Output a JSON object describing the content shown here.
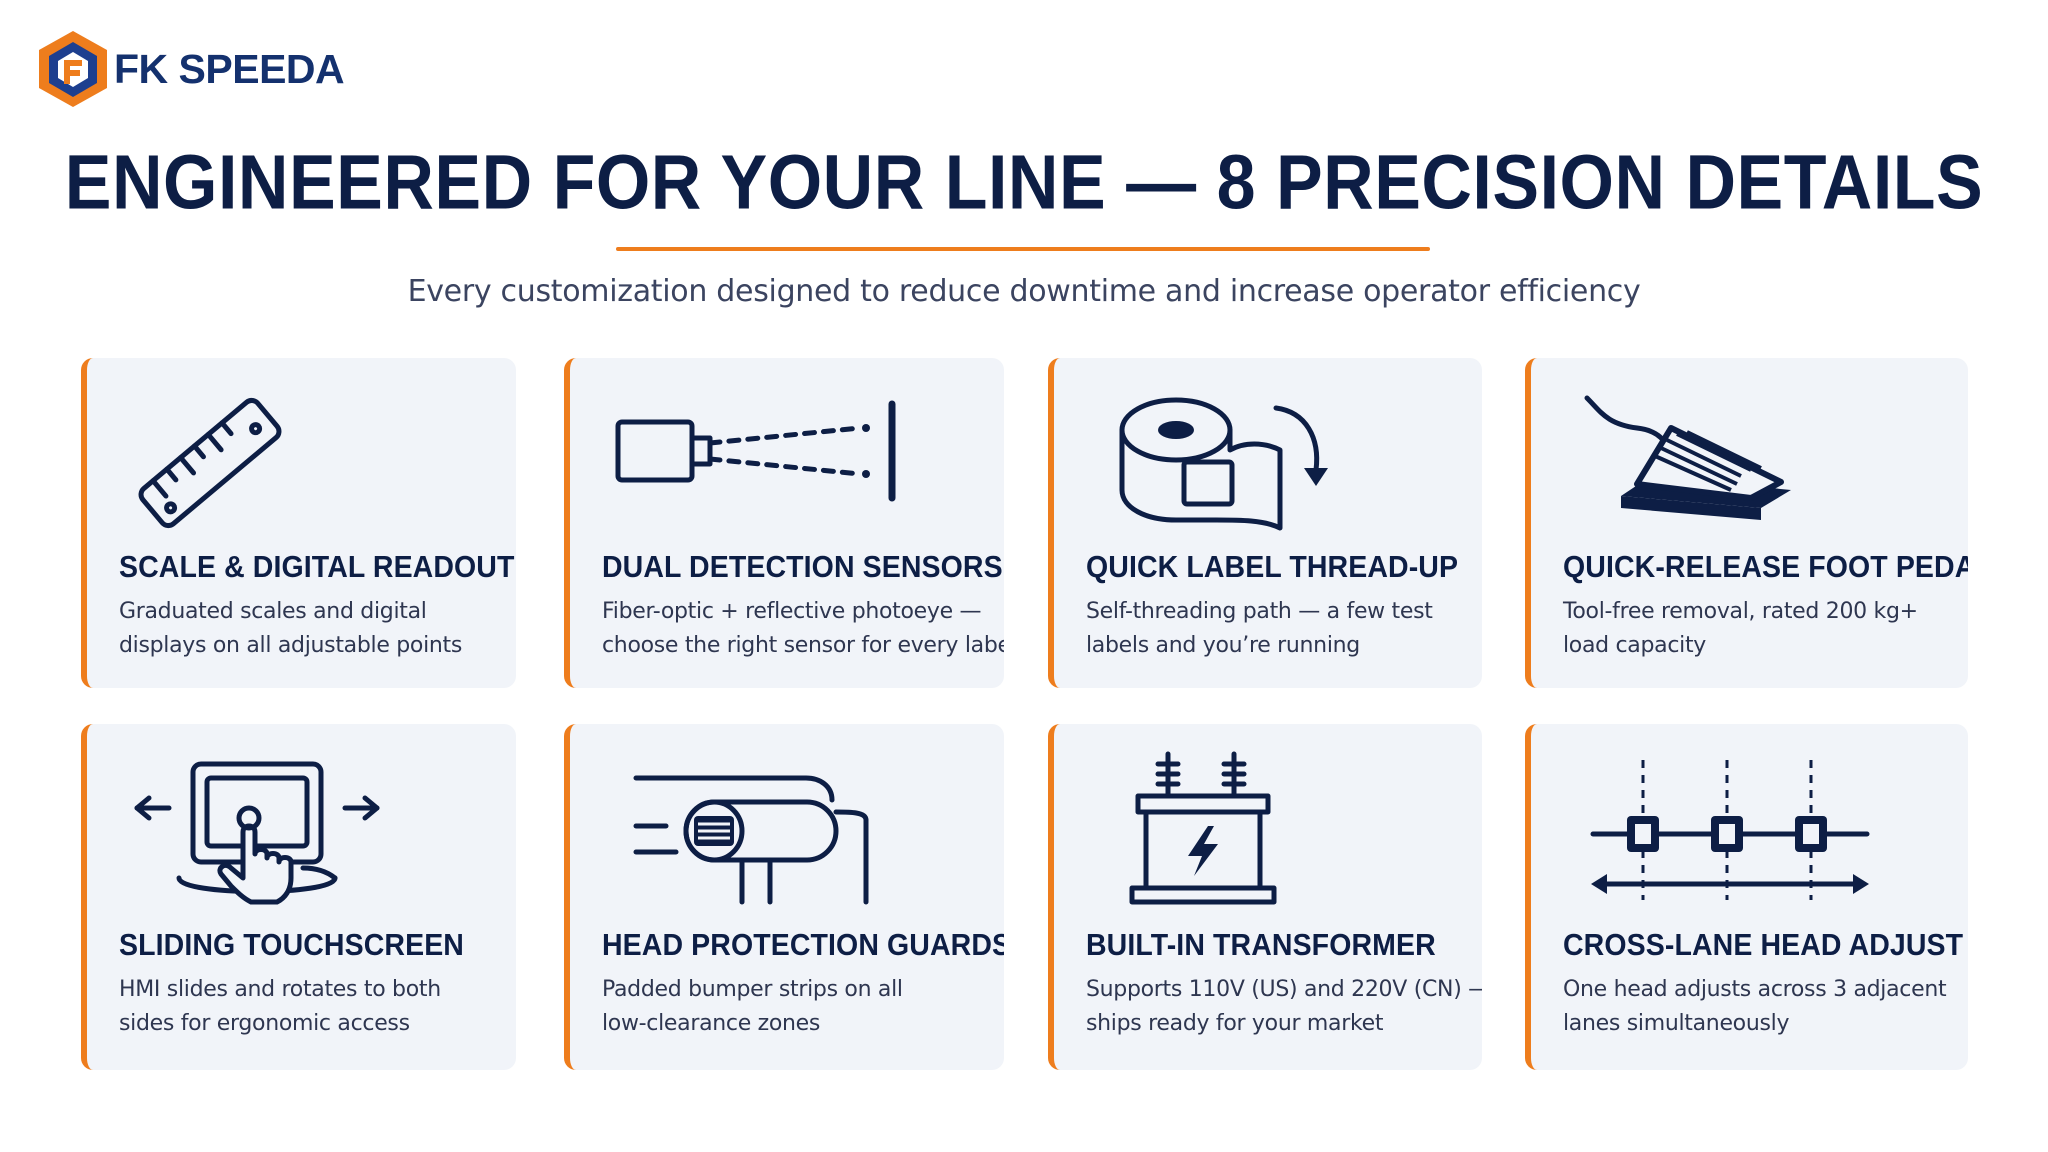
{
  "brand": {
    "name": "FK SPEEDA",
    "colors": {
      "navy": "#0d1e45",
      "orange": "#ee7d1d",
      "blue": "#2f6fd6",
      "card_bg": "#f1f4f9"
    }
  },
  "header": {
    "title": "ENGINEERED FOR YOUR LINE — 8 PRECISION DETAILS",
    "subtitle": "Every customization designed to reduce downtime and increase operator efficiency"
  },
  "features": [
    {
      "icon": "ruler-icon",
      "title": "SCALE & DIGITAL READOUT",
      "desc": [
        "Graduated scales and digital",
        "displays on all adjustable points"
      ]
    },
    {
      "icon": "sensor-icon",
      "title": "DUAL DETECTION SENSORS",
      "desc": [
        "Fiber-optic + reflective photoeye —",
        "choose the right sensor for every label"
      ]
    },
    {
      "icon": "label-roll-icon",
      "title": "QUICK LABEL THREAD-UP",
      "desc": [
        "Self-threading path — a few test",
        "labels and you’re running"
      ]
    },
    {
      "icon": "foot-pedal-icon",
      "title": "QUICK-RELEASE FOOT PEDAL",
      "desc": [
        "Tool-free removal, rated 200 kg+",
        "load capacity"
      ]
    },
    {
      "icon": "touchscreen-icon",
      "title": "SLIDING TOUCHSCREEN",
      "desc": [
        "HMI slides and rotates to both",
        "sides for ergonomic access"
      ]
    },
    {
      "icon": "head-guard-icon",
      "title": "HEAD PROTECTION GUARDS",
      "desc": [
        "Padded bumper strips on all",
        "low-clearance zones"
      ]
    },
    {
      "icon": "transformer-icon",
      "title": "BUILT-IN TRANSFORMER",
      "desc": [
        "Supports 110V (US) and 220V (CN) —",
        "ships ready for your market"
      ]
    },
    {
      "icon": "cross-lane-icon",
      "title": "CROSS-LANE HEAD ADJUST",
      "desc": [
        "One head adjusts across 3 adjacent",
        "lanes simultaneously"
      ]
    }
  ]
}
